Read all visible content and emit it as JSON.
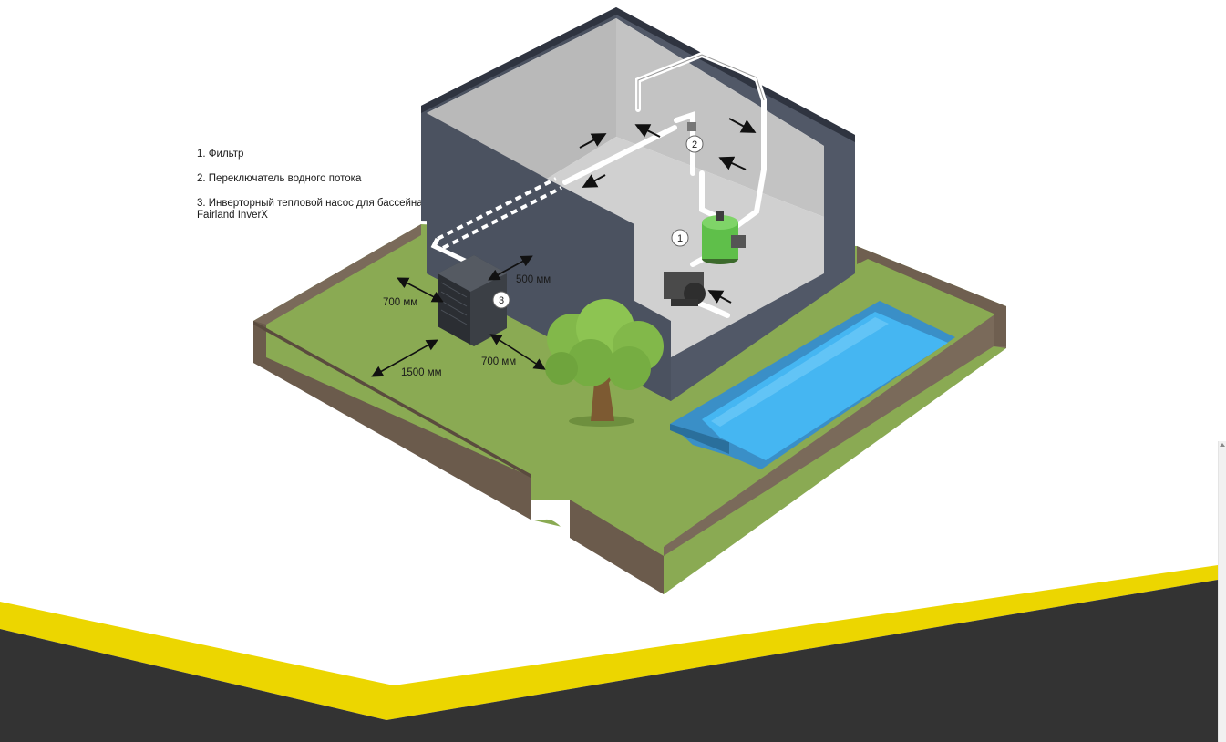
{
  "legend": {
    "item1": "1. Фильтр",
    "item2": "2. Переключатель водного потока",
    "item3": "3. Инверторный тепловой насос для бассейна Fairland InverX"
  },
  "markers": {
    "m1": "1",
    "m2": "2",
    "m3": "3"
  },
  "dimensions": {
    "d_500": "500 мм",
    "d_700_left": "700 мм",
    "d_700_right": "700 мм",
    "d_1500": "1500 мм"
  },
  "colors": {
    "house_wall": "#4b5260",
    "house_interior": "#c8c8c8",
    "grass": "#8aaa53",
    "fence": "#7a6a5a",
    "pool_water": "#45b6f2",
    "pool_border": "#3a8fc7",
    "tree_foliage": "#82b84a",
    "tree_trunk": "#7d5a32",
    "accent_yellow": "#ecd600",
    "footer_dark": "#333333"
  }
}
